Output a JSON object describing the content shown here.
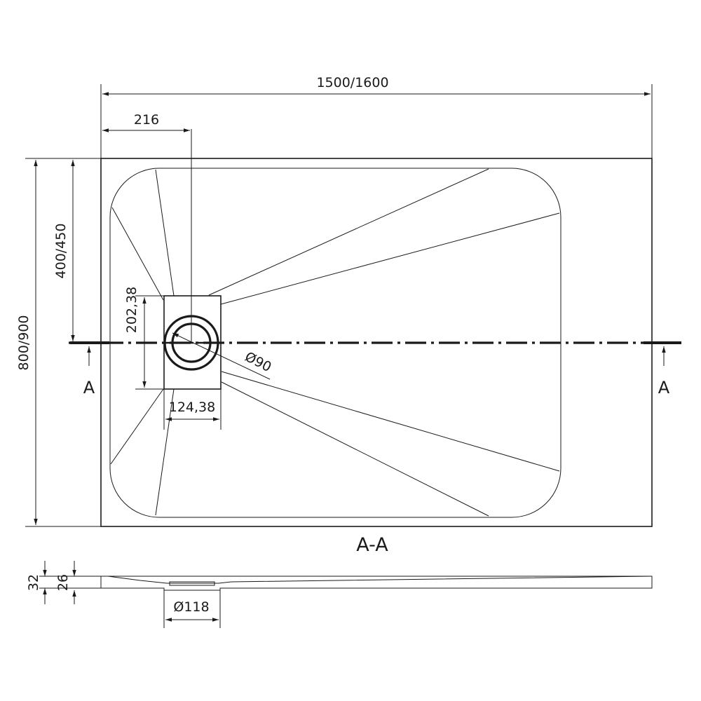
{
  "dimensions": {
    "overall_length": "1500/1600",
    "drain_offset_x": "216",
    "overall_width": "800/900",
    "drain_offset_y": "400/450",
    "drain_box_height": "202,38",
    "drain_box_width": "124,38",
    "drain_diameter": "Ø90",
    "total_height": "32",
    "tray_height": "26",
    "outlet_diameter": "Ø118"
  },
  "section": {
    "marker_left": "A",
    "marker_right": "A",
    "view_title": "A-A"
  },
  "colors": {
    "line": "#1a1a1a",
    "background": "#ffffff"
  }
}
